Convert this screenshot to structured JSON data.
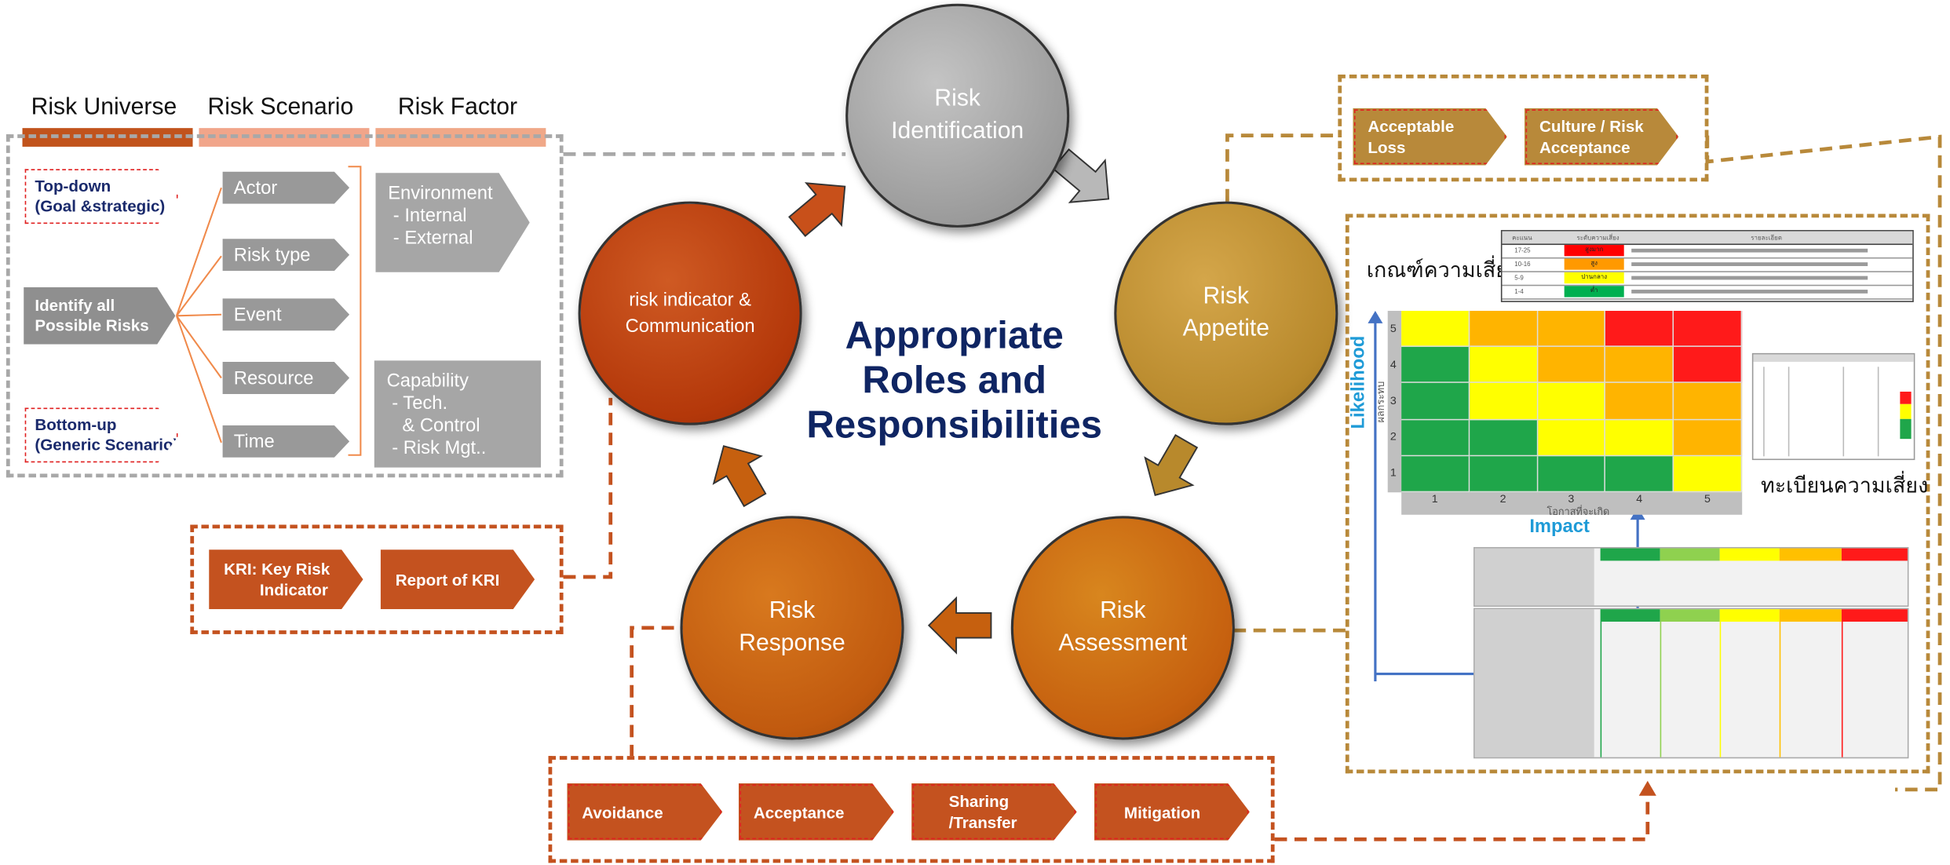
{
  "left_panel": {
    "headers": [
      "Risk Universe",
      "Risk Scenario",
      "Risk Factor"
    ],
    "header_colors": [
      "#c1531c",
      "#f1a58a",
      "#f0a888"
    ],
    "sources": [
      "Top-down\n(Goal &strategic)",
      "Identify all\nPossible Risks",
      "Bottom-up\n(Generic Scenario)"
    ],
    "scenarios": [
      "Actor",
      "Risk type",
      "Event",
      "Resource",
      "Time"
    ],
    "factor_environment": "Environment\n - Internal\n - External",
    "factor_capability": "Capability\n - Tech.\n   & Control\n - Risk Mgt.."
  },
  "kri": {
    "items": [
      "KRI: Key Risk\n        Indicator",
      "Report of KRI"
    ]
  },
  "cycle": {
    "identification": "Risk\nIdentification",
    "appetite": "Risk\nAppetite",
    "assessment": "Risk\nAssessment",
    "response": "Risk\nResponse",
    "indicator": "risk indicator &\nCommunication",
    "center": "Appropriate\nRoles and\nResponsibilities"
  },
  "appetite_tags": [
    "Acceptable\nLoss",
    "Culture / Risk\nAcceptance"
  ],
  "response_tags": [
    "Avoidance",
    "Acceptance",
    "Sharing\n/Transfer",
    "Mitigation"
  ],
  "matrix": {
    "criteria_label": "เกณฑ์ความเสี่ยง",
    "register_label": "ทะเบียนความเสี่ยง",
    "y_axis": "Likelihood",
    "y_axis_thai": "ผลกระทบ",
    "x_axis": "Impact",
    "x_axis_thai": "โอกาสที่จะเกิด",
    "x_ticks": [
      "1",
      "2",
      "3",
      "4",
      "5"
    ],
    "y_ticks": [
      "5",
      "4",
      "3",
      "2",
      "1"
    ],
    "grid_levels": [
      [
        "yellow",
        "orange",
        "orange",
        "red",
        "red"
      ],
      [
        "green",
        "yellow",
        "orange",
        "orange",
        "red"
      ],
      [
        "green",
        "yellow",
        "yellow",
        "orange",
        "orange"
      ],
      [
        "green",
        "green",
        "yellow",
        "yellow",
        "orange"
      ],
      [
        "green",
        "green",
        "green",
        "green",
        "yellow"
      ]
    ],
    "level_colors": {
      "green": "#1fa64a",
      "yellow": "#ffff00",
      "orange": "#ffb400",
      "red": "#ff1a1a"
    },
    "criteria_rows": [
      "17-25",
      "10-16",
      "5-9",
      "1-4"
    ],
    "criteria_row_colors": [
      "#ff0000",
      "#ff9900",
      "#ffff00",
      "#00b050"
    ],
    "criteria_levels": [
      "สูงมาก",
      "สูง",
      "ปานกลาง",
      "ต่ำ"
    ],
    "criteria_head": [
      "คะแนน",
      "ระดับความเสี่ยง",
      "รายละเอียด"
    ]
  },
  "colors": {
    "gray_circle": "#a8a8a8",
    "gold_circle": "#b8892c",
    "orange_circle": "#c6600f",
    "red_circle": "#b4380a",
    "tag_gold": "#b8893a",
    "tag_orange": "#c4521f",
    "dash_gold": "#b8893a",
    "dash_orange": "#c4521f",
    "dash_gray": "#a8a8a8"
  }
}
